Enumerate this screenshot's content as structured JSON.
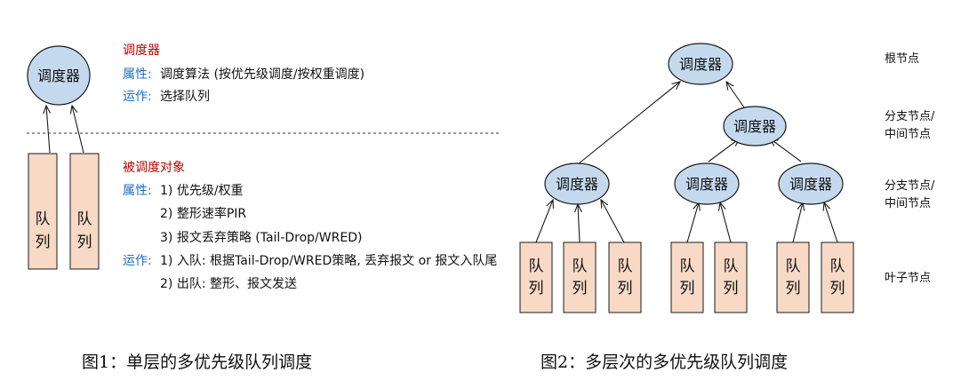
{
  "fig1": {
    "scheduler_label": "调度器",
    "queue_label": [
      "队",
      "列"
    ],
    "scheduler_title": "调度器",
    "scheduler_attr_key": "属性:",
    "scheduler_attr_val": "调度算法 (按优先级调度/按权重调度)",
    "scheduler_op_key": "运作:",
    "scheduler_op_val": "选择队列",
    "object_title": "被调度对象",
    "object_attr_key": "属性:",
    "object_attr_1": "1) 优先级/权重",
    "object_attr_2": "2) 整形速率PIR",
    "object_attr_3": "3) 报文丢弃策略 (Tail-Drop/WRED)",
    "object_op_key": "运作:",
    "object_op_1": "1) 入队: 根据Tail-Drop/WRED策略, 丢弃报文 or 报文入队尾",
    "object_op_2": "2) 出队: 整形、报文发送",
    "caption": "图1：单层的多优先级队列调度"
  },
  "fig2": {
    "scheduler_label": "调度器",
    "queue_label": [
      "队",
      "列"
    ],
    "level_root": "根节点",
    "level_branch_1a": "分支节点/",
    "level_branch_1b": "中间节点",
    "level_branch_2a": "分支节点/",
    "level_branch_2b": "中间节点",
    "level_leaf": "叶子节点",
    "caption": "图2：多层次的多优先级队列调度"
  },
  "colors": {
    "scheduler_fill": "#c5d9ee",
    "queue_fill": "#f7d9c6",
    "title_red": "#c00000",
    "key_blue": "#1f6fbf"
  }
}
